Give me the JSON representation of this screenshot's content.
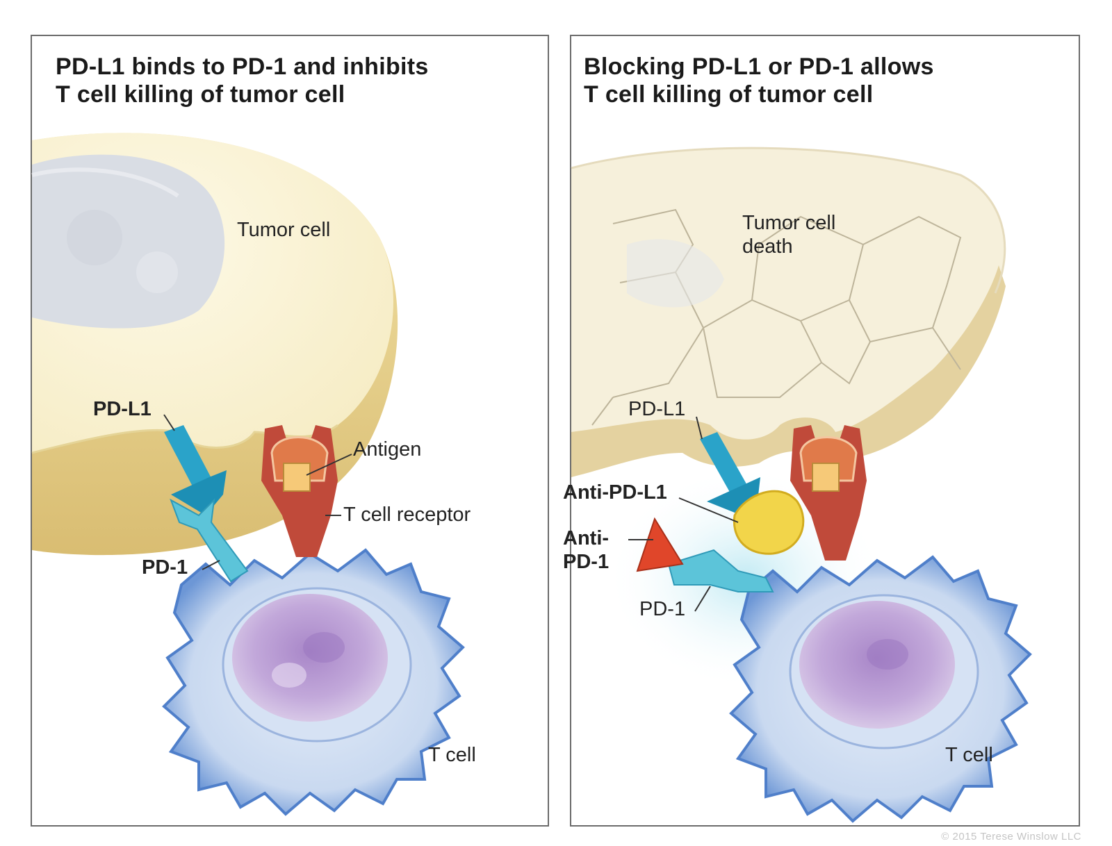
{
  "left_panel": {
    "title": "PD-L1 binds to PD-1 and inhibits\nT cell killing of tumor cell",
    "labels": {
      "tumor_cell": "Tumor cell",
      "pd_l1": "PD-L1",
      "antigen": "Antigen",
      "t_cell_receptor": "T cell receptor",
      "pd_1": "PD-1",
      "t_cell": "T cell"
    }
  },
  "right_panel": {
    "title": "Blocking PD-L1 or PD-1 allows\nT cell killing of tumor cell",
    "labels": {
      "tumor_cell_death": "Tumor cell\ndeath",
      "pd_l1": "PD-L1",
      "anti_pd_l1": "Anti-PD-L1",
      "anti_pd_1": "Anti-\nPD-1",
      "pd_1": "PD-1",
      "t_cell": "T cell"
    }
  },
  "copyright": "© 2015 Terese Winslow LLC",
  "colors": {
    "tumor_cell": "#faf3d4",
    "tumor_rim": "#e6cf8e",
    "t_cell_body": "#c8d9f0",
    "t_cell_edge": "#4f7fca",
    "nucleus": "#b79ad0",
    "pd_l1": "#2aa3c9",
    "pd_1": "#5cc4d9",
    "tcr": "#c04a3a",
    "antigen": "#f6c978",
    "anti_pd_l1": "#f2d54a",
    "anti_pd_1": "#e0462a"
  }
}
